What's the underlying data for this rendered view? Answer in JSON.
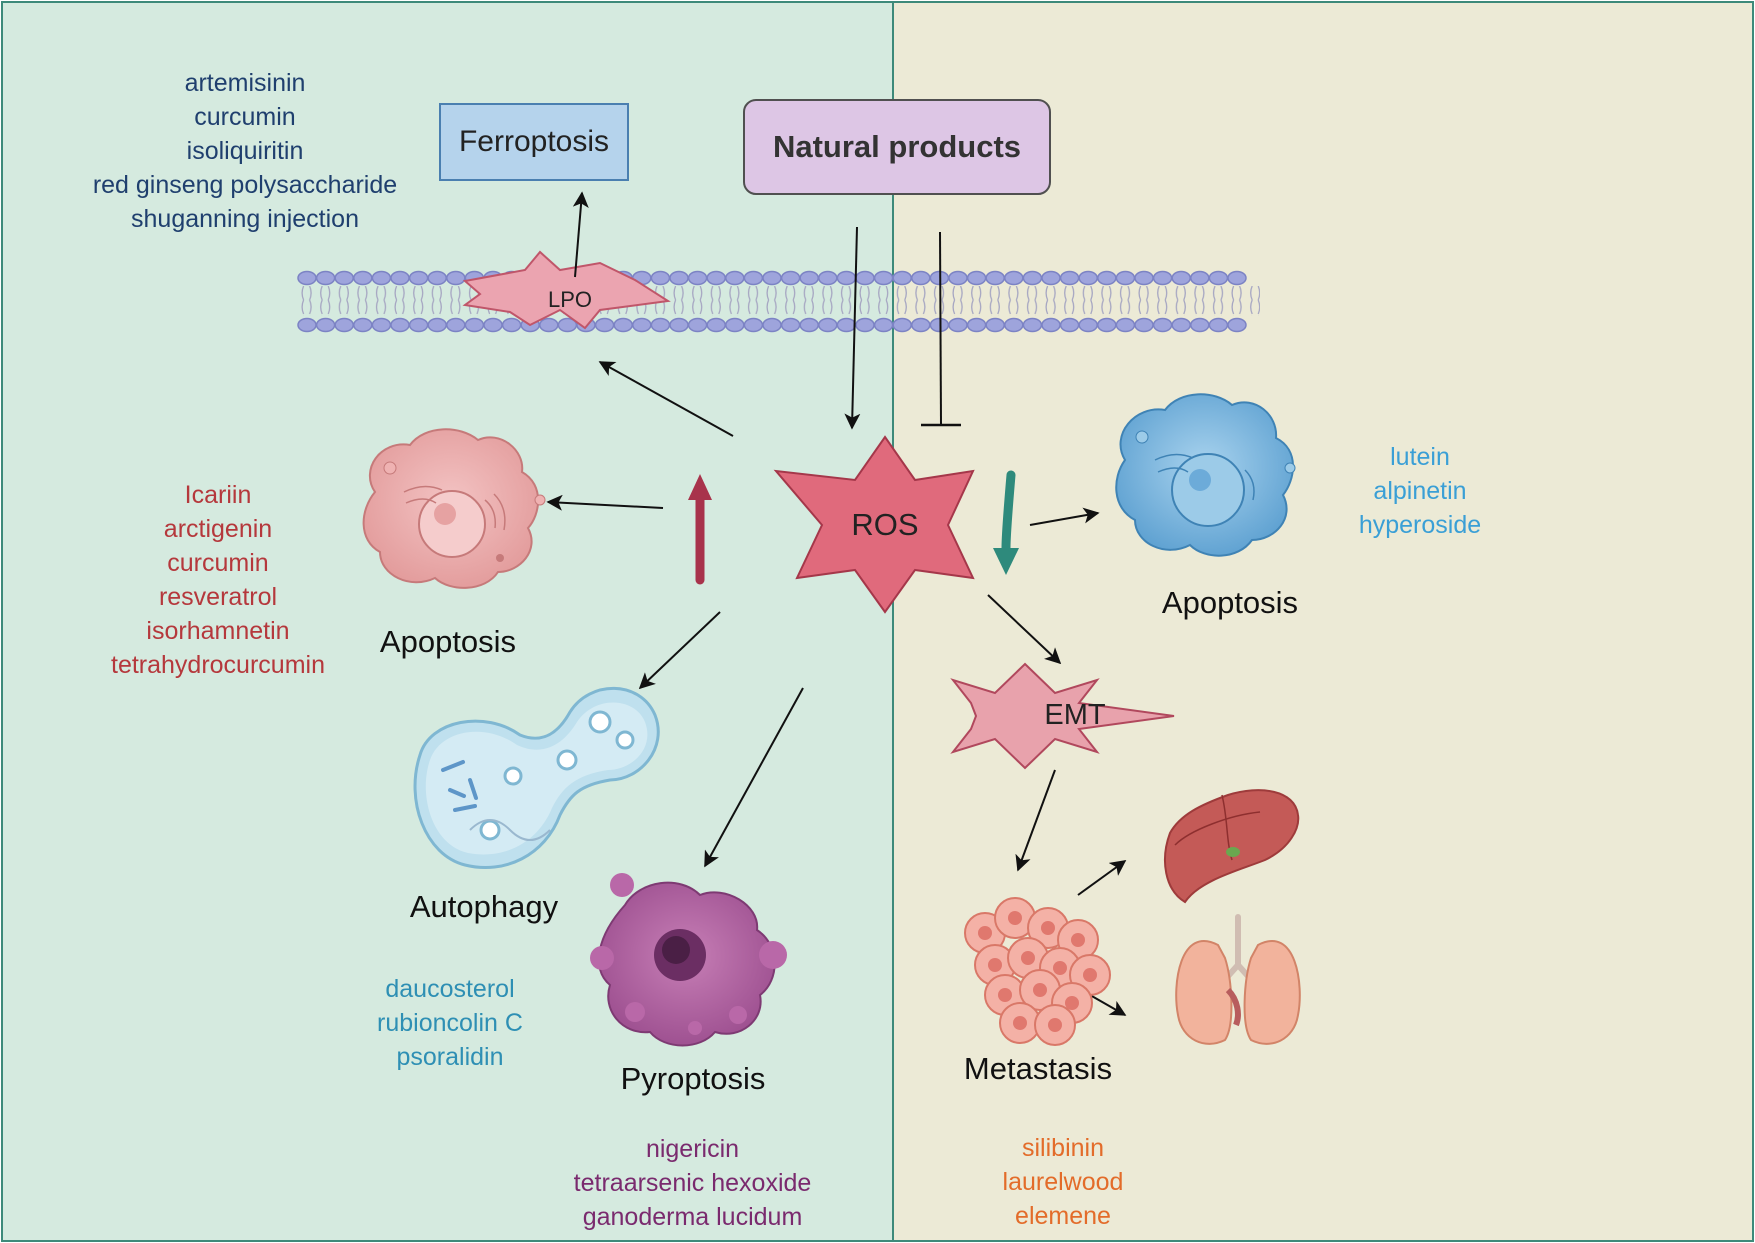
{
  "boxes": {
    "ferroptosis": "Ferroptosis",
    "natural_products": "Natural products"
  },
  "nodes": {
    "lpo": "LPO",
    "ros": "ROS",
    "emt": "EMT"
  },
  "labels": {
    "apoptosis_left": "Apoptosis",
    "autophagy": "Autophagy",
    "pyroptosis": "Pyroptosis",
    "apoptosis_right": "Apoptosis",
    "metastasis": "Metastasis"
  },
  "compound_lists": {
    "ferroptosis": [
      "artemisinin",
      "curcumin",
      "isoliquiritin",
      "red ginseng polysaccharide",
      "shuganning injection"
    ],
    "apoptosis_left": [
      "Icariin",
      "arctigenin",
      "curcumin",
      "resveratrol",
      "isorhamnetin",
      "tetrahydrocurcumin"
    ],
    "autophagy": [
      "daucosterol",
      "rubioncolin C",
      "psoralidin"
    ],
    "pyroptosis": [
      "nigericin",
      "tetraarsenic hexoxide",
      "ganoderma lucidum"
    ],
    "apoptosis_right": [
      "lutein",
      "alpinetin",
      "hyperoside"
    ],
    "metastasis": [
      "silibinin",
      "laurelwood",
      "elemene"
    ]
  },
  "colors": {
    "left_panel": "#d5eadf",
    "right_panel": "#ecead6",
    "ferroptosis_text": "#1f3f6e",
    "apoptosis_left_text": "#b5383c",
    "autophagy_text": "#2e8fb4",
    "pyroptosis_text": "#7a2a6e",
    "apoptosis_right_text": "#3a9fd6",
    "metastasis_text": "#e36c2a",
    "ros_fill": "#e06a7c",
    "emt_fill": "#e8a2ac",
    "up_arrow": "#a8334b",
    "down_arrow": "#2e8a7c"
  },
  "icons": [
    "cell-membrane-icon",
    "apoptotic-cell-icon",
    "autophagosome-icon",
    "pyroptotic-cell-icon",
    "tumor-cluster-icon",
    "liver-icon",
    "lungs-icon"
  ]
}
